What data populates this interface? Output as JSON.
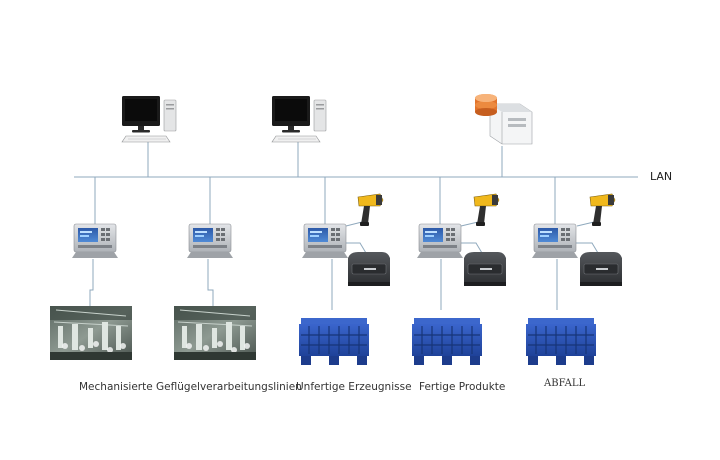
{
  "network": {
    "label": "LAN"
  },
  "colors": {
    "line": "#8fa9bd",
    "crate": "#2a52b8",
    "crate_dark": "#1d3c8c",
    "scanner": "#f0b81c",
    "printer": "#3a3d40",
    "terminal": "#c9ccd0",
    "screen": "#2e5aa8",
    "server_db": "#e2742c"
  },
  "labels": {
    "processing_lines": "Mechanisierte Geflügelverarbeitungslinien",
    "unfinished": "Unfertige Erzeugnisse",
    "finished": "Fertige Produkte",
    "waste": "ABFALL"
  }
}
